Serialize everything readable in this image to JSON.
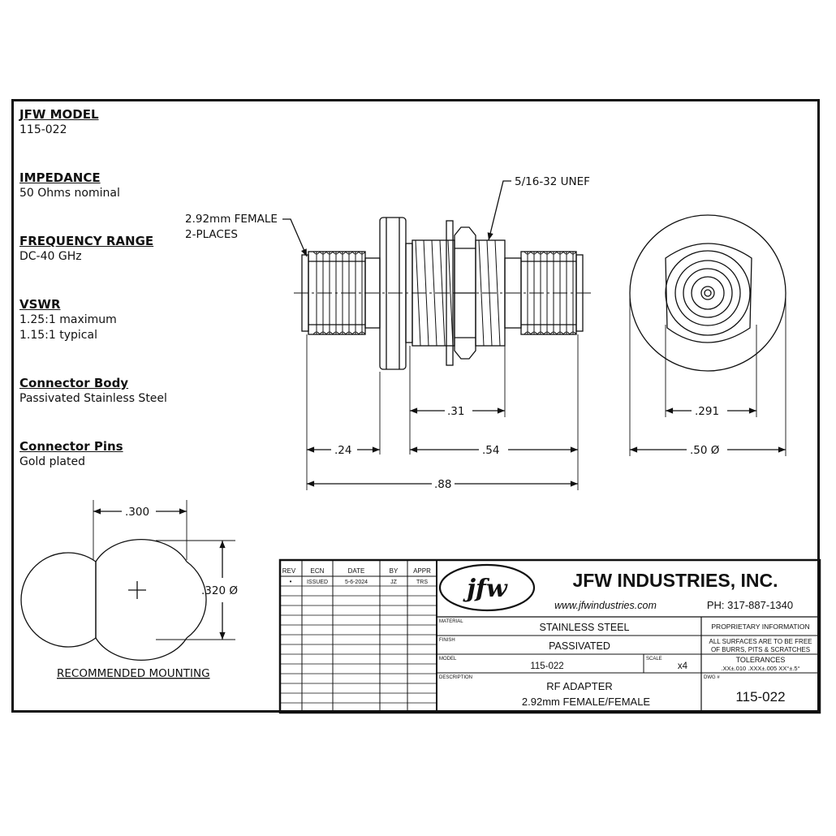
{
  "specs": {
    "model_heading": "JFW MODEL",
    "model_value": "115-022",
    "impedance_heading": "IMPEDANCE",
    "impedance_value": "50 Ohms nominal",
    "freq_heading": "FREQUENCY RANGE",
    "freq_value": "DC-40 GHz",
    "vswr_heading": "VSWR",
    "vswr_max": "1.25:1 maximum",
    "vswr_typ": "1.15:1 typical",
    "body_heading": "Connector Body",
    "body_value": "Passivated Stainless Steel",
    "pins_heading": "Connector Pins",
    "pins_value": "Gold plated"
  },
  "drawing": {
    "callout_female_1": "2.92mm FEMALE",
    "callout_female_2": "2-PLACES",
    "callout_thread": "5/16-32 UNEF",
    "dim_024": ".24",
    "dim_031": ".31",
    "dim_054": ".54",
    "dim_088": ".88",
    "dim_0291": ".291",
    "dim_050": ".50 Ø",
    "dim_0300": ".300",
    "dim_0320": ".320 Ø",
    "mounting_label": "RECOMMENDED MOUNTING"
  },
  "title_block": {
    "rev_headers": [
      "REV",
      "ECN",
      "DATE",
      "BY",
      "APPR"
    ],
    "rev_row": [
      "•",
      "ISSUED",
      "5-6-2024",
      "JZ",
      "TRS"
    ],
    "logo_text": "jfw",
    "company": "JFW INDUSTRIES, INC.",
    "website": "www.jfwindustries.com",
    "phone": "PH: 317-887-1340",
    "material_label": "MATERIAL",
    "material": "STAINLESS STEEL",
    "finish_label": "FINISH",
    "finish": "PASSIVATED",
    "model_label": "MODEL",
    "model": "115-022",
    "scale_label": "SCALE",
    "scale": "x4",
    "description_label": "DESCRIPTION",
    "description_1": "RF ADAPTER",
    "description_2": "2.92mm FEMALE/FEMALE",
    "proprietary": "PROPRIETARY INFORMATION",
    "surfaces_1": "ALL SURFACES ARE TO BE FREE",
    "surfaces_2": "OF BURRS, PITS & SCRATCHES",
    "tolerances_heading": "TOLERANCES",
    "tolerances": ".XX±.010  .XXX±.005  XX°±.5°",
    "dwg_label": "DWG #",
    "dwg": "115-022"
  }
}
